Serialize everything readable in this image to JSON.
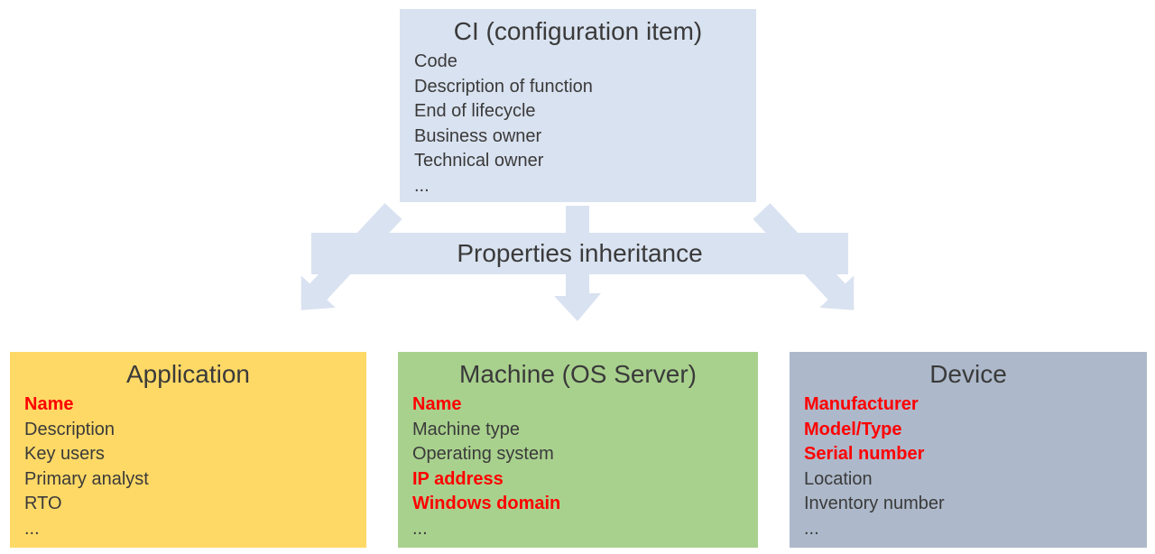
{
  "diagram": {
    "parent_box": {
      "title": "CI (configuration item)",
      "fill": "#d9e2f0",
      "items": [
        {
          "label": "Code",
          "highlight": false
        },
        {
          "label": "Description of function",
          "highlight": false
        },
        {
          "label": "End of lifecycle",
          "highlight": false
        },
        {
          "label": "Business owner",
          "highlight": false
        },
        {
          "label": "Technical owner",
          "highlight": false
        },
        {
          "label": "...",
          "highlight": false
        }
      ]
    },
    "inheritance": {
      "label": "Properties inheritance",
      "arrow_fill": "#d9e2f0"
    },
    "child_boxes": [
      {
        "title": "Application",
        "fill": "#ffd966",
        "items": [
          {
            "label": "Name",
            "highlight": true
          },
          {
            "label": "Description",
            "highlight": false
          },
          {
            "label": "Key users",
            "highlight": false
          },
          {
            "label": "Primary analyst",
            "highlight": false
          },
          {
            "label": "RTO",
            "highlight": false
          },
          {
            "label": "...",
            "highlight": false
          }
        ]
      },
      {
        "title": "Machine (OS Server)",
        "fill": "#a9d18e",
        "items": [
          {
            "label": "Name",
            "highlight": true
          },
          {
            "label": "Machine type",
            "highlight": false
          },
          {
            "label": "Operating system",
            "highlight": false
          },
          {
            "label": "IP address",
            "highlight": true
          },
          {
            "label": "Windows domain",
            "highlight": true
          },
          {
            "label": "...",
            "highlight": false
          }
        ]
      },
      {
        "title": "Device",
        "fill": "#adb9ca",
        "items": [
          {
            "label": "Manufacturer",
            "highlight": true
          },
          {
            "label": "Model/Type",
            "highlight": true
          },
          {
            "label": "Serial number",
            "highlight": true
          },
          {
            "label": "Location",
            "highlight": false
          },
          {
            "label": "Inventory number",
            "highlight": false
          },
          {
            "label": "...",
            "highlight": false
          }
        ]
      }
    ],
    "colors": {
      "text": "#3a3a3a",
      "highlight_text": "#ff0000"
    }
  }
}
